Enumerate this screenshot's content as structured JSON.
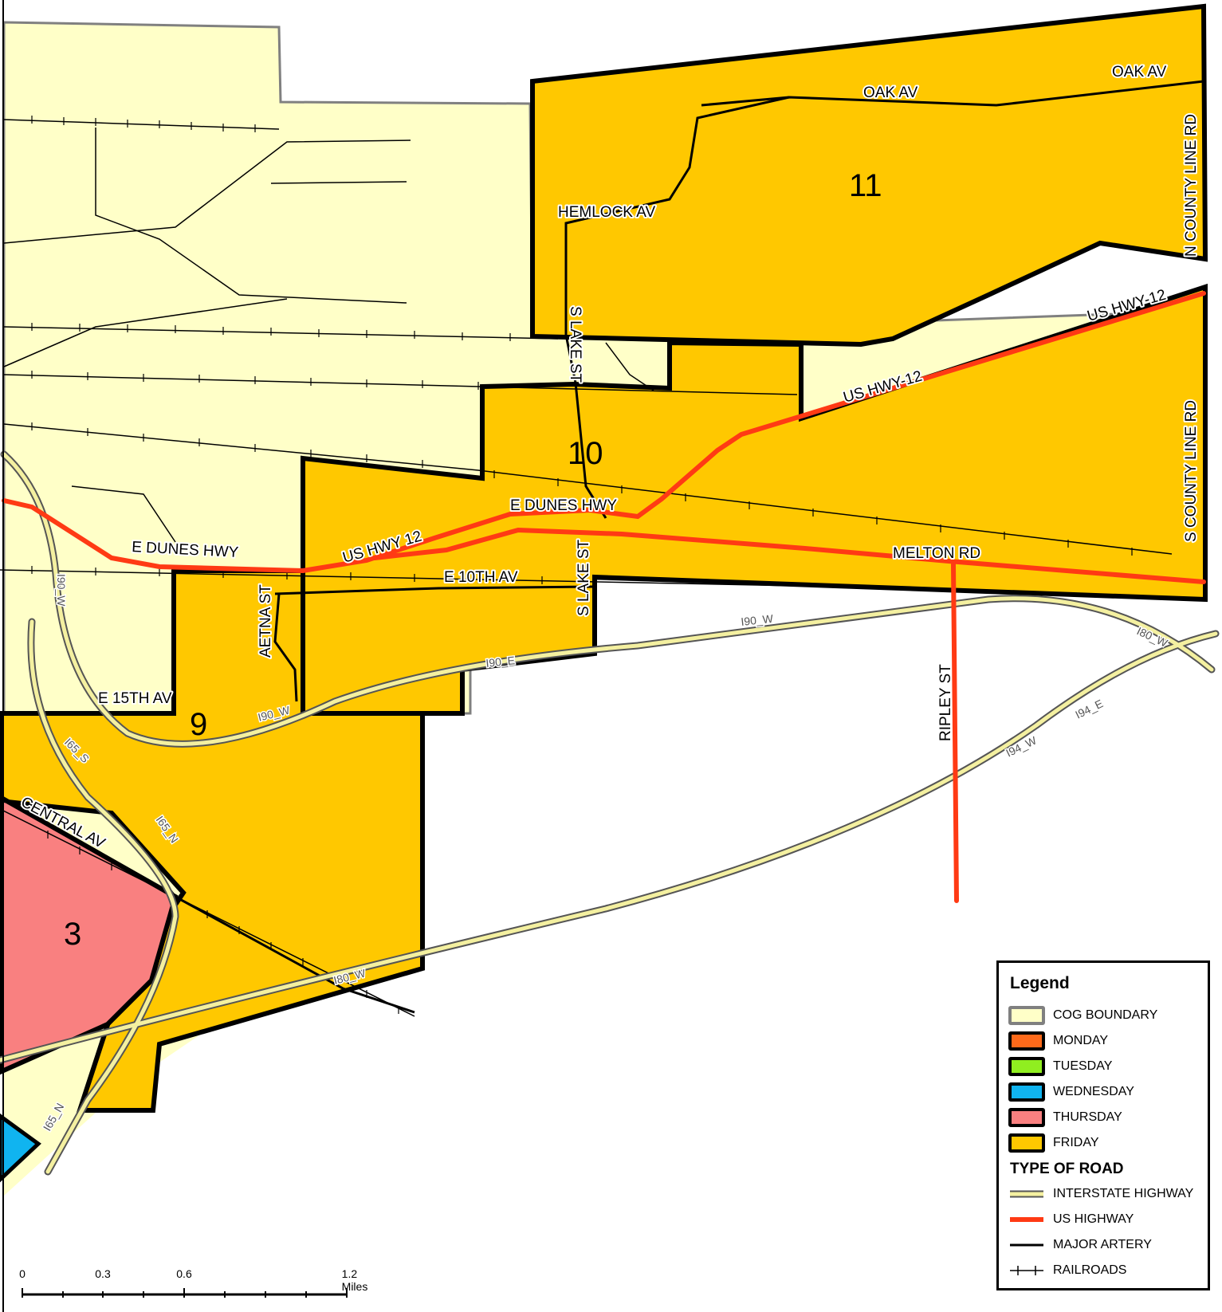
{
  "routes": [
    {
      "id": "11",
      "color": "#FFC800"
    },
    {
      "id": "10",
      "color": "#FFC800"
    },
    {
      "id": "9",
      "color": "#FFC800"
    },
    {
      "id": "3",
      "color": "#F98080"
    }
  ],
  "roads": {
    "oak_av_1": "OAK AV",
    "oak_av_2": "OAK AV",
    "hemlock_av": "HEMLOCK AV",
    "n_county_line_rd": "N COUNTY LINE RD",
    "s_county_line_rd": "S COUNTY LINE RD",
    "s_lake_st_1": "S LAKE ST",
    "s_lake_st_2": "S LAKE ST",
    "us_hwy_12_1": "US HWY-12",
    "us_hwy_12_2": "US HWY-12",
    "us_hwy_12_3": "US HWY 12",
    "e_dunes_hwy_1": "E DUNES HWY",
    "e_dunes_hwy_2": "E DUNES HWY",
    "melton_rd": "MELTON RD",
    "e_10th_av": "E 10TH AV",
    "aetna_st": "AETNA ST",
    "e_15th_av": "E 15TH AV",
    "ripley_st": "RIPLEY ST",
    "central_av": "CENTRAL AV"
  },
  "highways": {
    "i90w_a": "I90_W",
    "i90w_b": "I90_W",
    "i90w_c": "I90_W",
    "i90e": "I90_E",
    "i80w_a": "I80_W",
    "i80w_b": "I80_W",
    "i94w": "I94_W",
    "i94e": "I94_E",
    "i65s_a": "I65_S",
    "i65n_a": "I65_N",
    "i65n_b": "I65_N"
  },
  "legend": {
    "title": "Legend",
    "items": [
      {
        "label": "COG BOUNDARY",
        "fill": "#FFFFC8",
        "border": "#808080"
      },
      {
        "label": "MONDAY",
        "fill": "#FF6A1A",
        "border": "#000000"
      },
      {
        "label": "TUESDAY",
        "fill": "#90EE20",
        "border": "#000000"
      },
      {
        "label": "WEDNESDAY",
        "fill": "#10B4F0",
        "border": "#000000"
      },
      {
        "label": "THURSDAY",
        "fill": "#F98080",
        "border": "#000000"
      },
      {
        "label": "FRIDAY",
        "fill": "#FFC800",
        "border": "#000000"
      }
    ],
    "road_title": "TYPE OF ROAD",
    "road_items": [
      {
        "label": "INTERSTATE HIGHWAY"
      },
      {
        "label": "US HIGHWAY"
      },
      {
        "label": "MAJOR ARTERY"
      },
      {
        "label": "RAILROADS"
      }
    ]
  },
  "scale": {
    "ticks": [
      "0",
      "0.3",
      "0.6",
      "1.2 Miles"
    ]
  }
}
